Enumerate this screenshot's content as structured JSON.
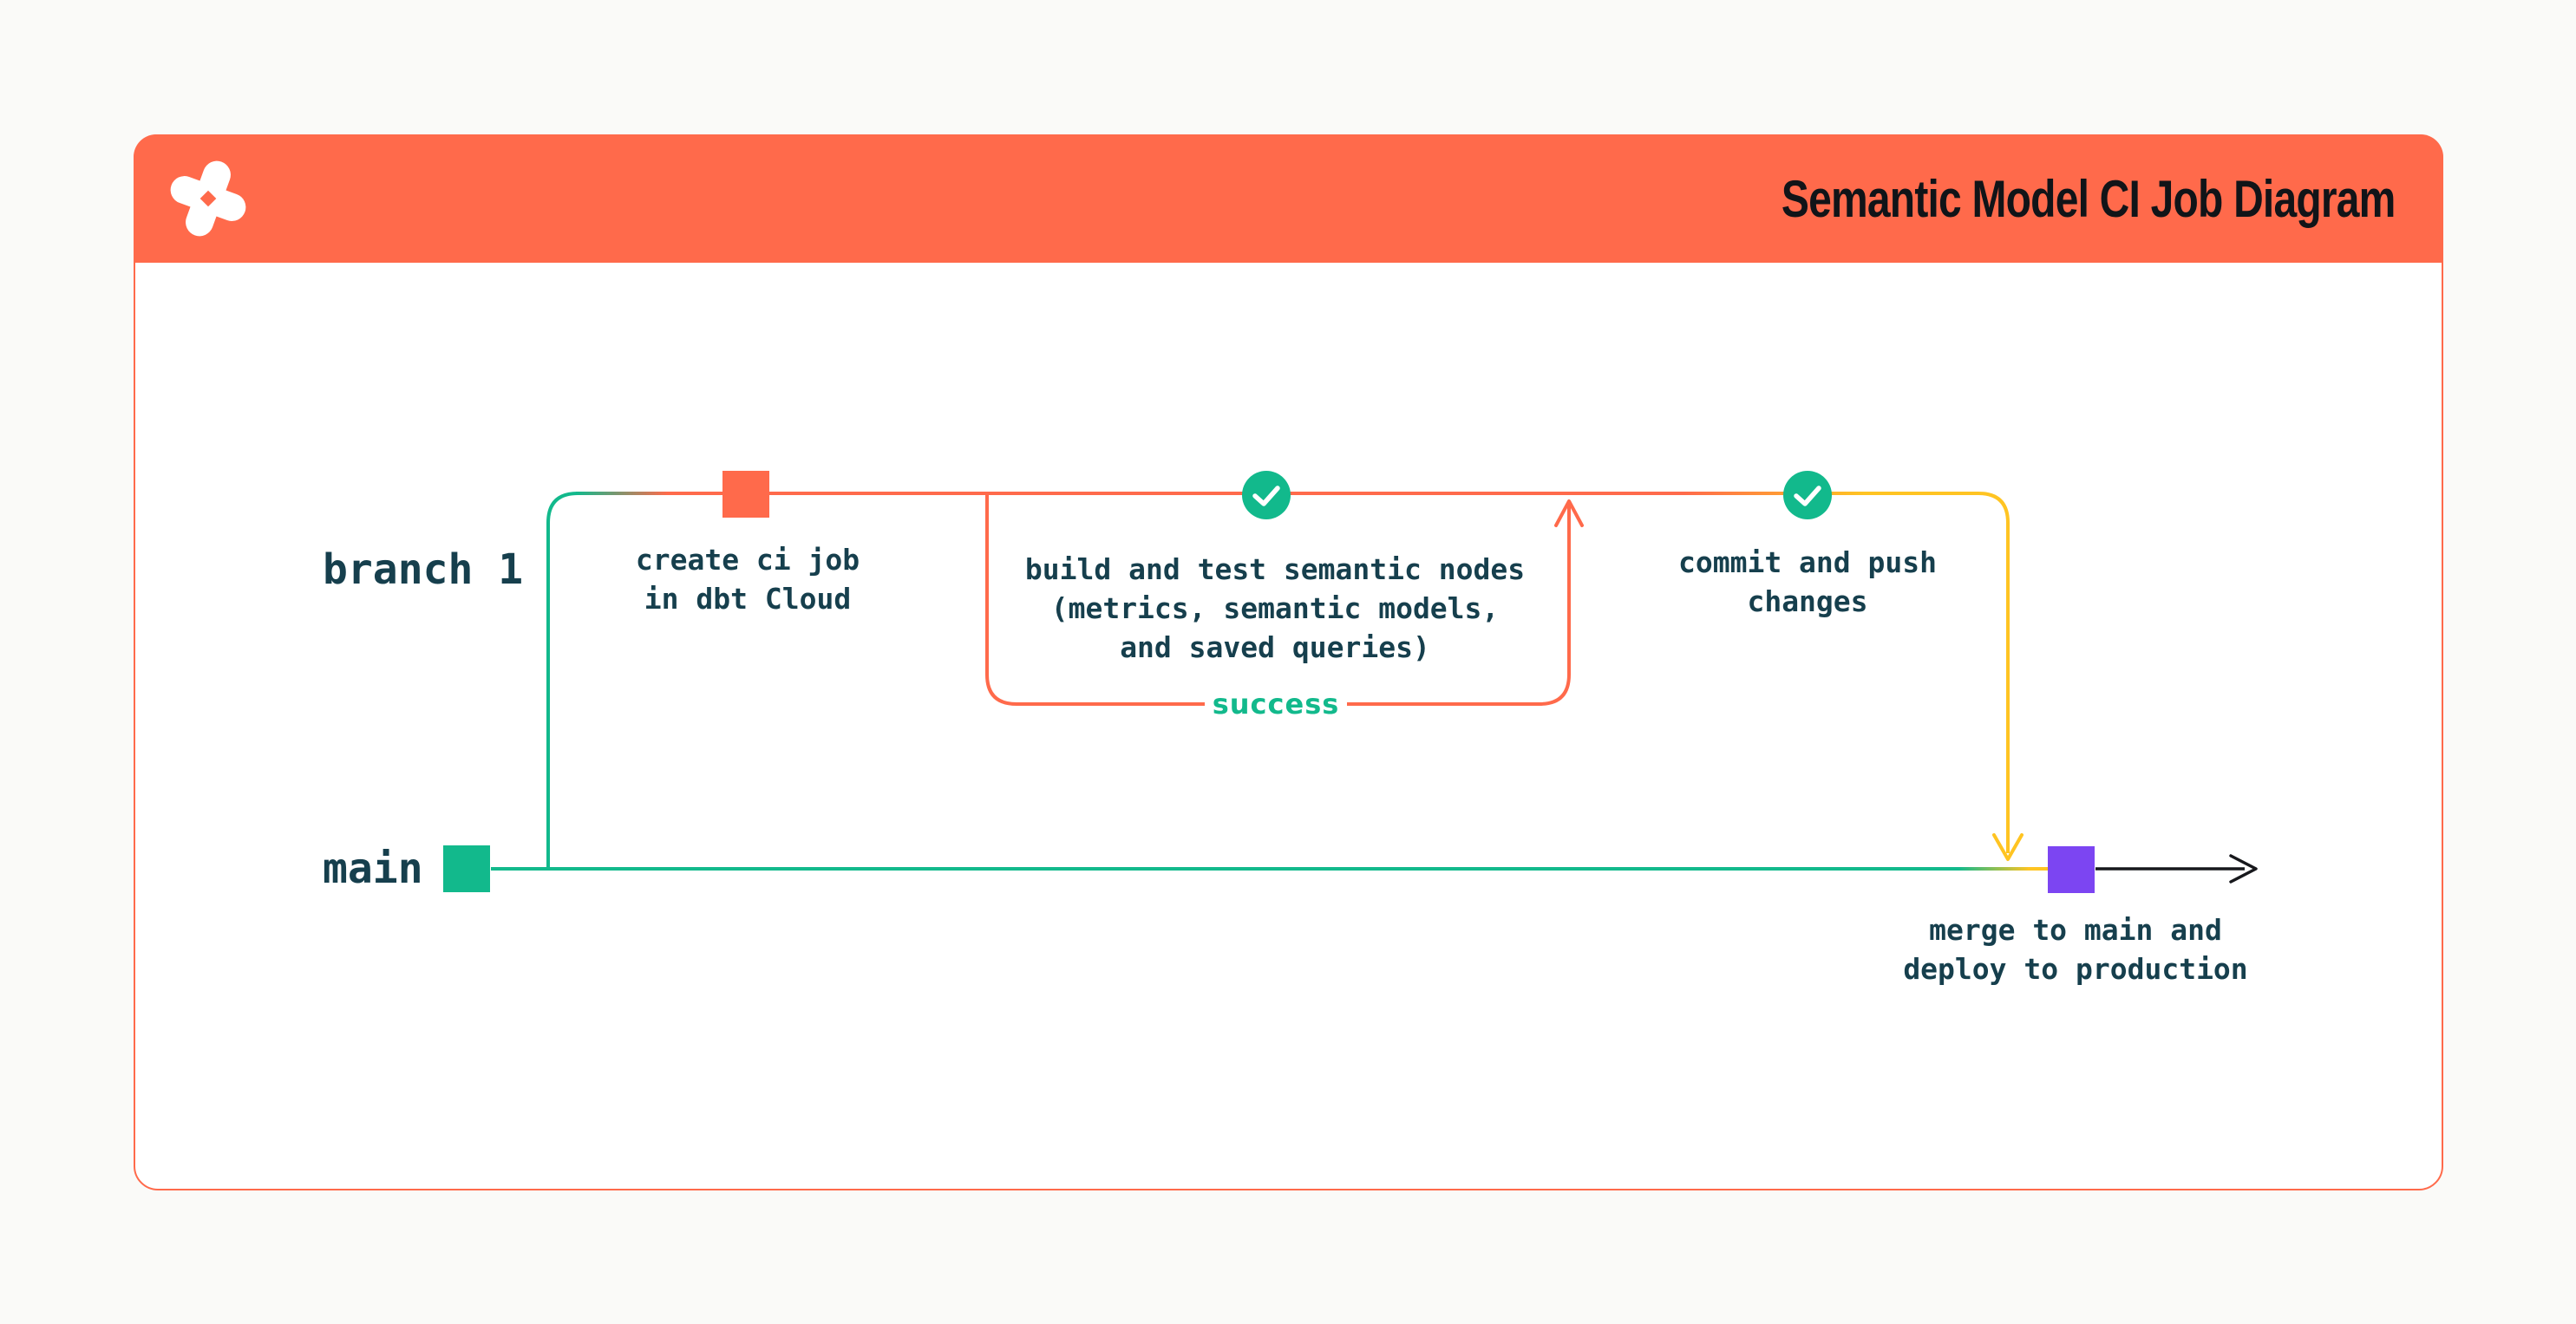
{
  "header": {
    "title": "Semantic Model CI Job Diagram",
    "logo_icon": "dbt-logo"
  },
  "diagram": {
    "branch_label": "branch 1",
    "main_label": "main",
    "success_label": "success",
    "nodes": {
      "create_ci": "create ci job\nin dbt Cloud",
      "build_test": "build and test semantic nodes\n(metrics, semantic models,\nand saved queries)",
      "commit_push": "commit and push\nchanges",
      "merge_deploy": "merge to main and\ndeploy to production"
    },
    "icons": [
      "dbt-logo-icon",
      "check-icon",
      "commit-square",
      "arrow-right-icon",
      "arrow-up-icon",
      "arrow-down-icon"
    ]
  },
  "colors": {
    "page_bg": "#FAFAF8",
    "card_bg": "#FFFFFF",
    "coral": "#FF6A4B",
    "green": "#12B98C",
    "yellow": "#FFC422",
    "purple": "#7C45F2",
    "ink": "#163F4D",
    "title_ink": "#111418",
    "black": "#17181C"
  }
}
